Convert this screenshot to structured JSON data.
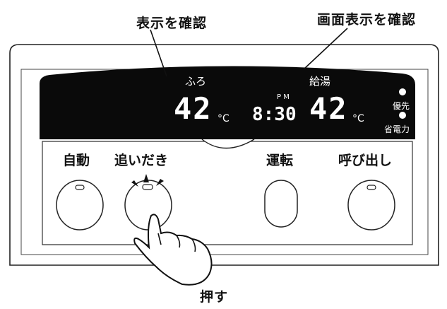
{
  "callouts": {
    "left": "表示を確認",
    "right": "画面表示を確認",
    "bottom": "押す"
  },
  "display": {
    "bath_label": "ふろ",
    "bath_temp": "42",
    "hot_water_label": "給湯",
    "hot_water_temp": "42",
    "unit": "°C",
    "clock": "8:30",
    "pm_indicator": "P M",
    "priority_label": "優先",
    "energy_saving_label": "省電力"
  },
  "buttons": {
    "auto": "自動",
    "reheat": "追いだき",
    "run": "運転",
    "call": "呼び出し"
  }
}
